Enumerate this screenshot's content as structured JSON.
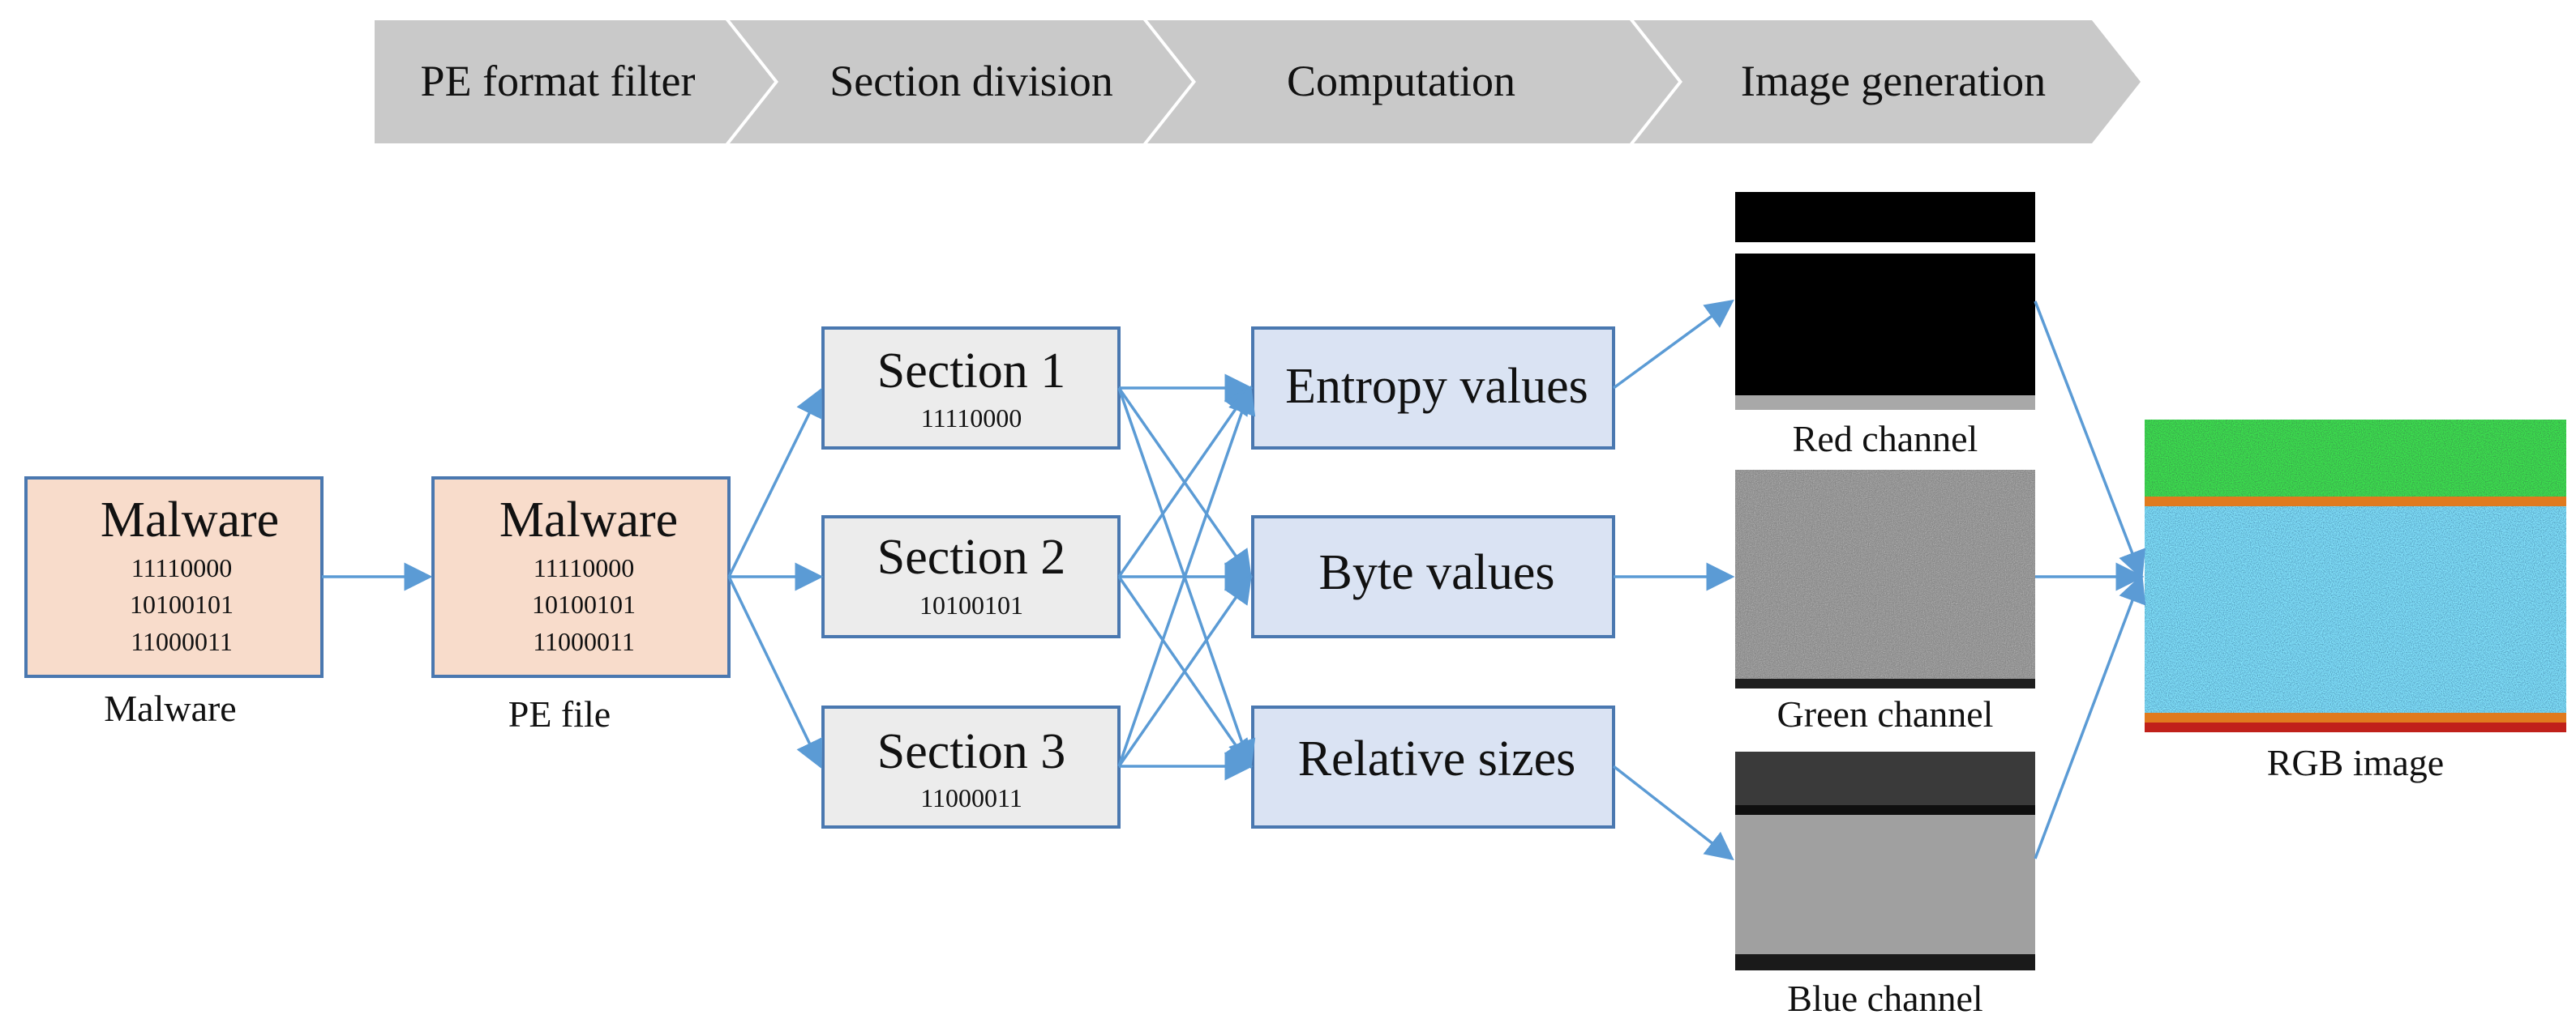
{
  "pipeline": {
    "stages": [
      "PE format filter",
      "Section division",
      "Computation",
      "Image generation"
    ]
  },
  "input": {
    "malware_box": {
      "title": "Malware",
      "bytes": [
        "11110000",
        "10100101",
        "11000011"
      ],
      "caption": "Malware"
    },
    "pe_box": {
      "title": "Malware",
      "bytes": [
        "11110000",
        "10100101",
        "11000011"
      ],
      "caption": "PE file"
    }
  },
  "sections": [
    {
      "title": "Section 1",
      "bytes": "11110000"
    },
    {
      "title": "Section 2",
      "bytes": "10100101"
    },
    {
      "title": "Section 3",
      "bytes": "11000011"
    }
  ],
  "computations": [
    "Entropy values",
    "Byte values",
    "Relative sizes"
  ],
  "channels": [
    "Red channel",
    "Green channel",
    "Blue channel"
  ],
  "output": {
    "caption": "RGB image"
  },
  "colors": {
    "arrow": "#5b9bd5",
    "stage_fill": "#c9c9c9",
    "input_fill": "#f8dccb",
    "section_fill": "#ececec",
    "computation_fill": "#dae3f3",
    "box_border": "#4a78b0"
  }
}
